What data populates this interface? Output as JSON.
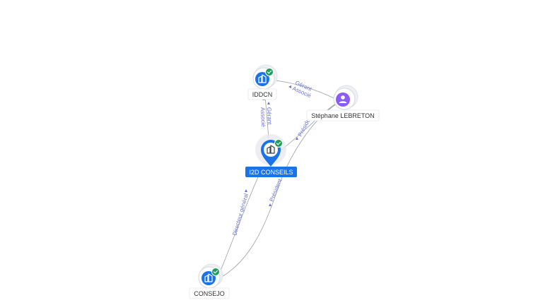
{
  "nodes": {
    "i2d_conseils": {
      "label": "I2D CONSEILS"
    },
    "iddcn": {
      "label": "IDDCN"
    },
    "stephane": {
      "label": "Stéphane LEBRETON"
    },
    "consejo": {
      "label": "CONSEJO"
    }
  },
  "edges": {
    "i2d_iddcn_gerant": "Gérant",
    "i2d_iddcn_associe": "Associé",
    "stephane_iddcn_gerant": "Gérant",
    "stephane_iddcn_associe": "Associé",
    "stephane_i2d_president": "Président",
    "consejo_i2d_directeur": "Directeur général",
    "consejo_stephane_president": "Président"
  },
  "colors": {
    "company_blue": "#1a73e8",
    "person_purple": "#8a5cf5",
    "verified_green": "#1e9e5a",
    "edge_gray": "#9aa0a6",
    "label_text": "#6a72d6",
    "selected_label_bg": "#1a73e8"
  },
  "icons": {
    "company": "building-icon",
    "person": "person-icon",
    "verified": "check-badge-icon"
  }
}
